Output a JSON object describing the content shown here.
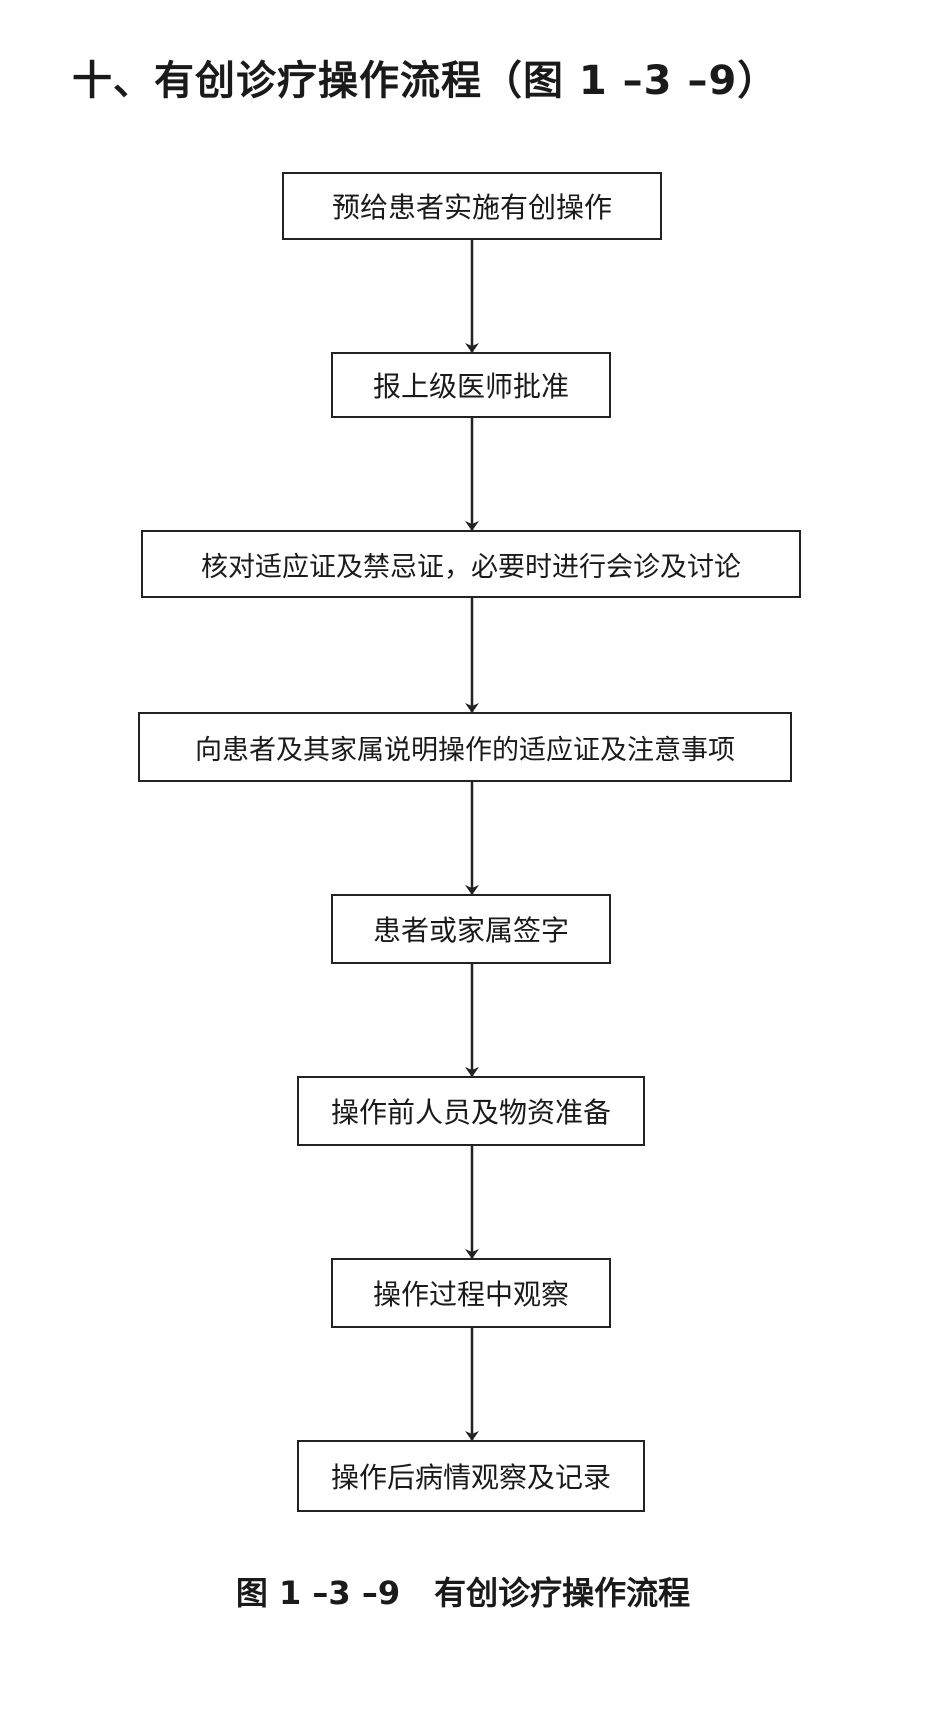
{
  "heading": "十、有创诊疗操作流程（图 1 –3 –9）",
  "steps": [
    "预给患者实施有创操作",
    "报上级医师批准",
    "核对适应证及禁忌证，必要时进行会诊及讨论",
    "向患者及其家属说明操作的适应证及注意事项",
    "患者或家属签字",
    "操作前人员及物资准备",
    "操作过程中观察",
    "操作后病情观察及记录"
  ],
  "caption": {
    "number": "图 1 –3 –9",
    "title": "有创诊疗操作流程"
  }
}
